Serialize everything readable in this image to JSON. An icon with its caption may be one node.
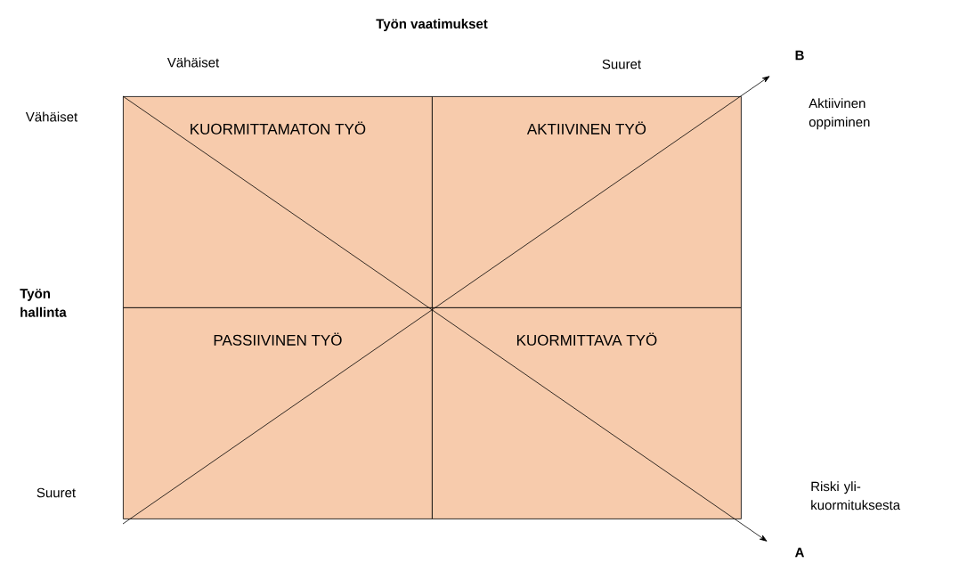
{
  "diagram": {
    "title": "Työn vaatimukset",
    "nodes": [
      {
        "text": [
          "KUORMITTAMATON TYÖ"
        ]
      },
      {
        "text": [
          "AKTIIVINEN TYÖ"
        ]
      },
      {
        "text": [
          "PASSIIVINEN TYÖ"
        ]
      },
      {
        "text": [
          "KUORMITTAVA TYÖ"
        ]
      }
    ],
    "labels": [
      "Vähäiset",
      "Suuret",
      "B",
      "Vähäiset",
      "Aktiivinen oppiminen",
      "Työn hallinta",
      "Suuret",
      "Riski yli- kuormituksesta",
      "A"
    ]
  }
}
